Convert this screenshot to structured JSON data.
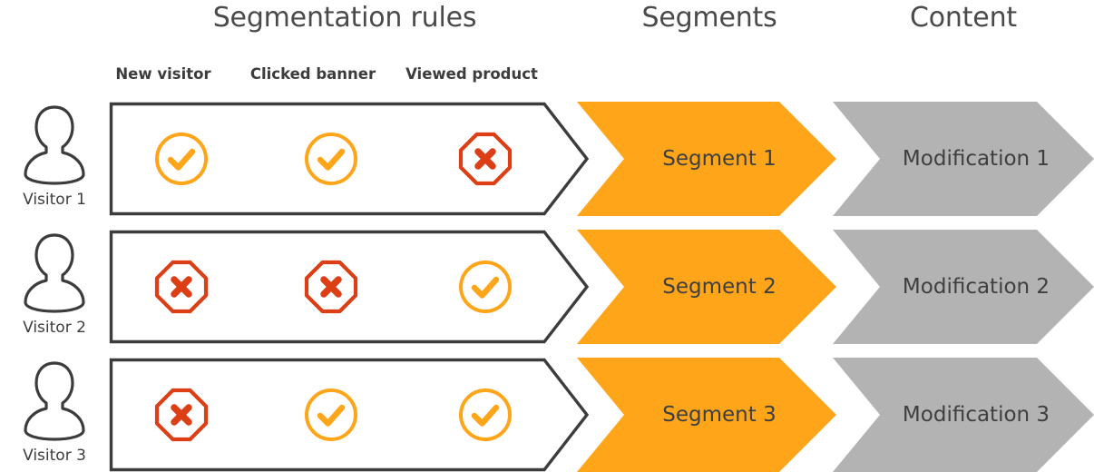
{
  "headers": {
    "rules": "Segmentation rules",
    "segments": "Segments",
    "content": "Content"
  },
  "rule_columns": [
    {
      "label": "New visitor"
    },
    {
      "label": "Clicked banner"
    },
    {
      "label": "Viewed product"
    }
  ],
  "colors": {
    "yes": "#FFA51A",
    "no": "#DC3E15",
    "segment_fill": "#FFA51A",
    "content_fill": "#B3B3B3",
    "outline": "#3C3C3C",
    "text": "#3F3F3F"
  },
  "icons": {
    "yes": "check-circle-icon",
    "no": "cross-octagon-icon",
    "avatar": "visitor-avatar-icon"
  },
  "rows": [
    {
      "visitor": "Visitor 1",
      "rules": [
        "yes",
        "yes",
        "no"
      ],
      "segment": "Segment 1",
      "content": "Modification 1"
    },
    {
      "visitor": "Visitor 2",
      "rules": [
        "no",
        "no",
        "yes"
      ],
      "segment": "Segment 2",
      "content": "Modification 2"
    },
    {
      "visitor": "Visitor 3",
      "rules": [
        "no",
        "yes",
        "yes"
      ],
      "segment": "Segment 3",
      "content": "Modification 3"
    }
  ]
}
